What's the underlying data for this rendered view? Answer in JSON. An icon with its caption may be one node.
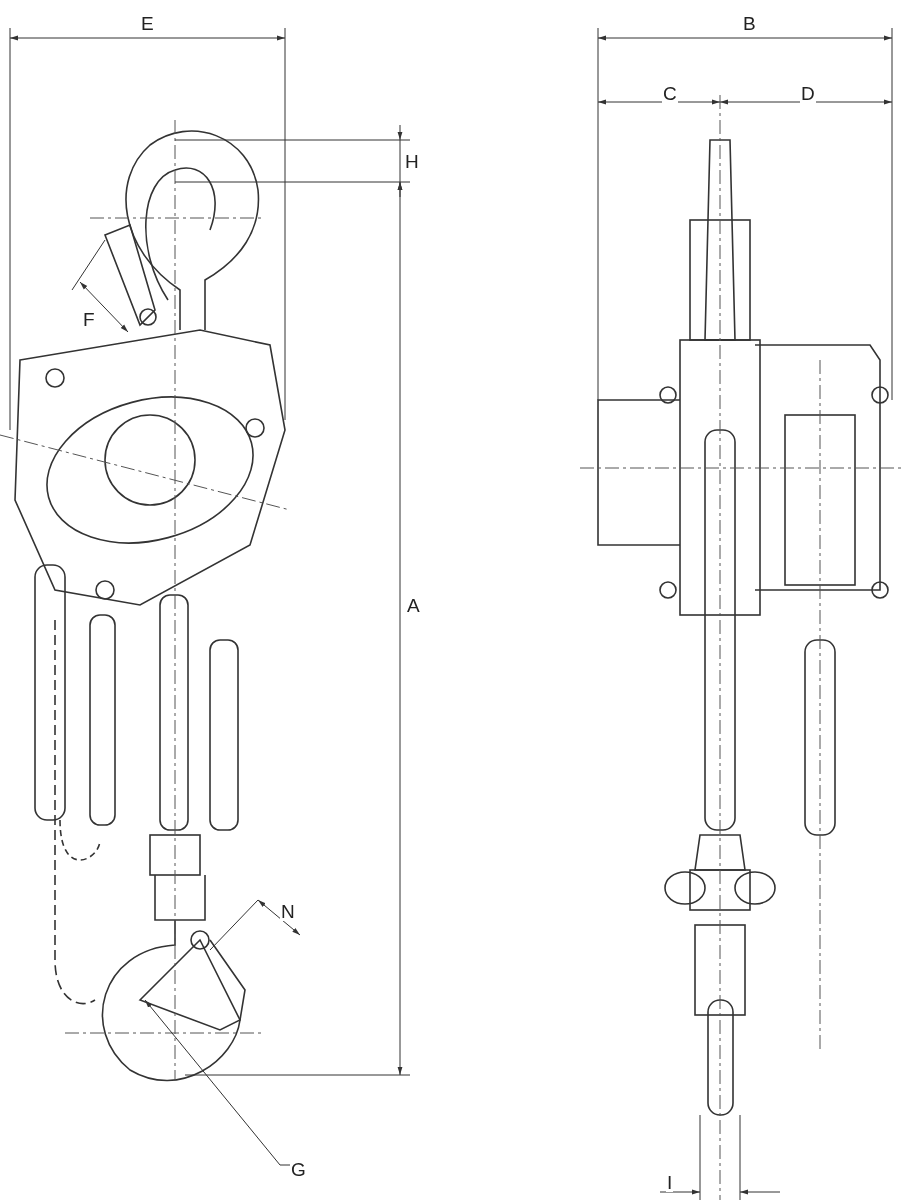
{
  "diagram": {
    "labels": [
      "E",
      "B",
      "C",
      "D",
      "H",
      "F",
      "A",
      "N",
      "G",
      "I"
    ]
  }
}
